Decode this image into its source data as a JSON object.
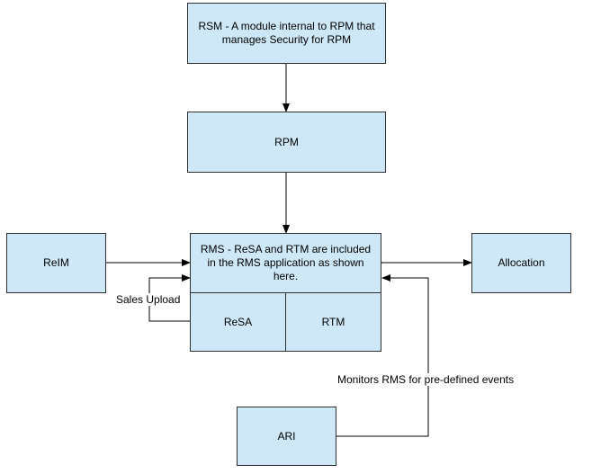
{
  "colors": {
    "box_fill": "#cfe8f7",
    "box_border": "#303030",
    "line": "#000000",
    "background": "#ffffff"
  },
  "boxes": {
    "rsm": "RSM - A module internal to RPM that manages Security for RPM",
    "rpm": "RPM",
    "rms": "RMS - ReSA and RTM are included in the RMS application as shown here.",
    "resa": "ReSA",
    "rtm": "RTM",
    "reim": "ReIM",
    "allocation": "Allocation",
    "ari": "ARI"
  },
  "labels": {
    "sales_upload": "Sales Upload",
    "monitors": "Monitors RMS for pre-defined events"
  }
}
